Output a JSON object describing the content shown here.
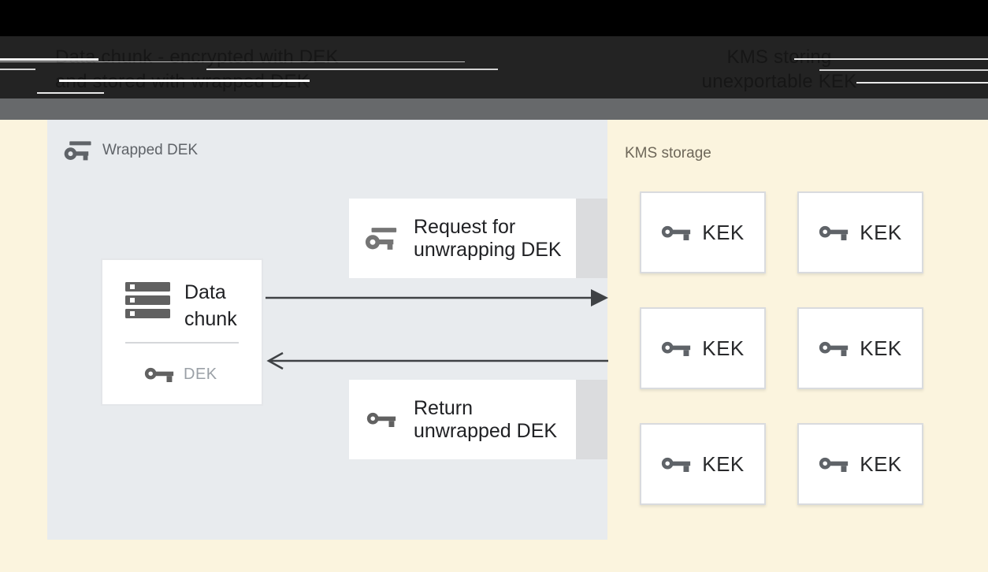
{
  "header": {
    "caption_left": {
      "line1": "Data chunk - encrypted with DEK",
      "line2": "and stored with wrapped DEK"
    },
    "caption_right": {
      "line1": "KMS storing",
      "line2": "unexportable KEK"
    }
  },
  "panel": {
    "label": "Wrapped DEK",
    "data_chunk": {
      "line1": "Data",
      "line2": "chunk",
      "dek": "DEK"
    },
    "request": {
      "line1": "Request for",
      "line2": "unwrapping DEK"
    },
    "return": {
      "line1": "Return",
      "line2": "unwrapped DEK"
    }
  },
  "kms": {
    "label": "KMS storage",
    "keks": [
      "KEK",
      "KEK",
      "KEK",
      "KEK",
      "KEK",
      "KEK"
    ]
  },
  "colors": {
    "background": "#FBF4DE",
    "panel": "#E8EBEE",
    "dark_text": "#202124",
    "muted_text": "#5F6368",
    "dek_text": "#9AA0A6",
    "kms_label_text": "#6E6759",
    "arrow": "#3F4245",
    "header_band": "#232323",
    "header_bar": "#67696B",
    "box_strip": "#DBDCDE"
  }
}
